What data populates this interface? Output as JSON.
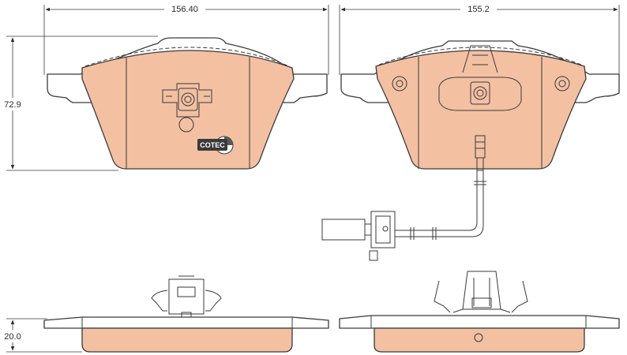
{
  "dimensions": {
    "width_left": "156.40",
    "width_right": "155.2",
    "height": "72.9",
    "thickness": "20.0"
  },
  "logo": {
    "text": "COTEC"
  },
  "colors": {
    "friction_material": "#f3c0a2",
    "outline": "#3a3a3a",
    "backing_plate": "#ffffff"
  }
}
